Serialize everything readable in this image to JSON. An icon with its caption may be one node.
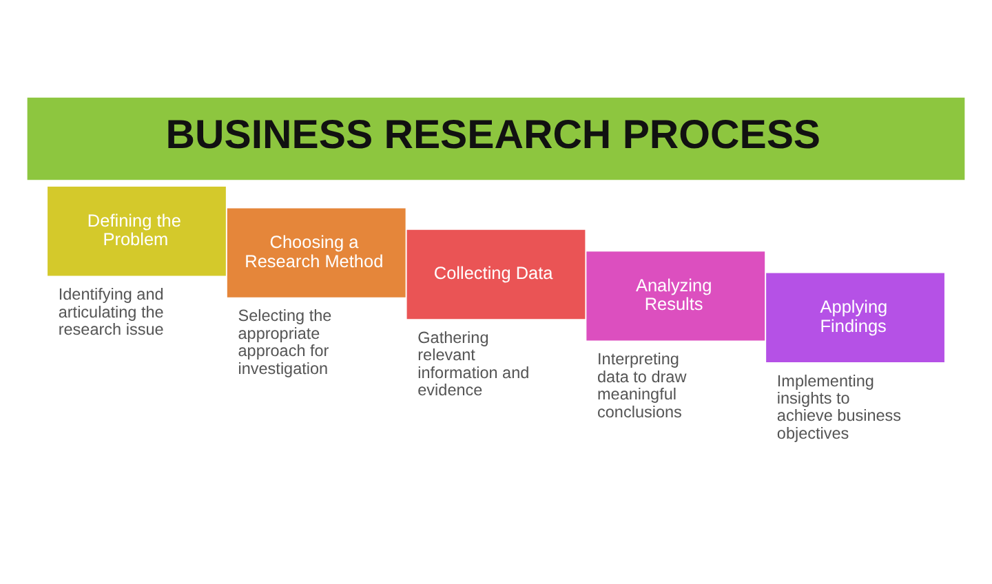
{
  "diagram": {
    "title": "BUSINESS RESEARCH PROCESS",
    "nodes": [
      {
        "text": [
          "Defining the Problem"
        ],
        "beside": [
          "Identifying and articulating the research issue"
        ]
      },
      {
        "text": [
          "Choosing a Research Method"
        ],
        "beside": [
          "Selecting the appropriate approach for investigation"
        ]
      },
      {
        "text": [
          "Collecting Data"
        ],
        "beside": [
          "Gathering relevant information and evidence"
        ]
      },
      {
        "text": [
          "Analyzing Results"
        ],
        "beside": [
          "Interpreting data to draw meaningful conclusions"
        ]
      },
      {
        "text": [
          "Applying Findings"
        ],
        "beside": [
          "Implementing insights to achieve business objectives"
        ]
      }
    ]
  }
}
